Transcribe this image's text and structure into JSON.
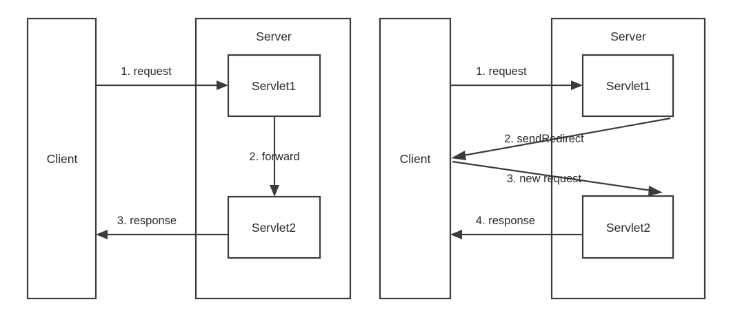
{
  "diagram": {
    "type": "sequence-flow",
    "title_visible": false,
    "colors": {
      "stroke": "#3b3b3b",
      "text": "#2b2b2b",
      "background": "#ffffff"
    },
    "panels": [
      {
        "id": "forward-panel",
        "name": "forward",
        "client": {
          "label": "Client"
        },
        "server": {
          "label": "Server"
        },
        "servlets": [
          {
            "id": "servlet1",
            "label": "Servlet1"
          },
          {
            "id": "servlet2",
            "label": "Servlet2"
          }
        ],
        "edges": [
          {
            "id": "e1",
            "label": "1. request",
            "from": "Client",
            "to": "Servlet1",
            "shape": "horizontal-right"
          },
          {
            "id": "e2",
            "label": "2. forward",
            "from": "Servlet1",
            "to": "Servlet2",
            "shape": "vertical-down"
          },
          {
            "id": "e3",
            "label": "3. response",
            "from": "Servlet2",
            "to": "Client",
            "shape": "horizontal-left"
          }
        ]
      },
      {
        "id": "redirect-panel",
        "name": "sendRedirect",
        "client": {
          "label": "Client"
        },
        "server": {
          "label": "Server"
        },
        "servlets": [
          {
            "id": "servlet1",
            "label": "Servlet1"
          },
          {
            "id": "servlet2",
            "label": "Servlet2"
          }
        ],
        "edges": [
          {
            "id": "e1",
            "label": "1. request",
            "from": "Client",
            "to": "Servlet1",
            "shape": "horizontal-right"
          },
          {
            "id": "e2",
            "label": "2. sendRedirect",
            "from": "Servlet1",
            "to": "Client",
            "shape": "diagonal-left-down"
          },
          {
            "id": "e3",
            "label": "3. new request",
            "from": "Client",
            "to": "Servlet2",
            "shape": "diagonal-right-down"
          },
          {
            "id": "e4",
            "label": "4. response",
            "from": "Servlet2",
            "to": "Client",
            "shape": "horizontal-left"
          }
        ]
      }
    ]
  }
}
